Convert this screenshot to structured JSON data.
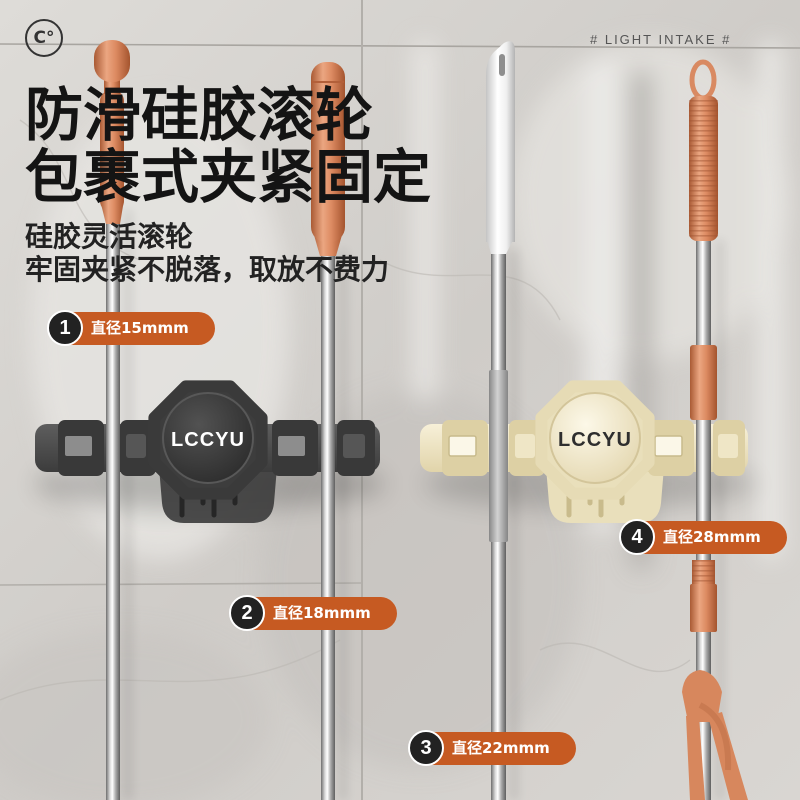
{
  "logo": {
    "text": "C°"
  },
  "tagline": "# LIGHT INTAKE #",
  "headline": {
    "line1": "防滑硅胶滚轮",
    "line2": "包裹式夹紧固定"
  },
  "subheadline": {
    "line1": "硅胶灵活滚轮",
    "line2": "牢固夹紧不脱落，取放不费力"
  },
  "products": [
    {
      "brand": "LCCYU"
    },
    {
      "brand": "LCCYU"
    }
  ],
  "diameter_labels": [
    {
      "number": "1",
      "text": "直径15mmm"
    },
    {
      "number": "2",
      "text": "直径18mmm"
    },
    {
      "number": "3",
      "text": "直径22mmm"
    },
    {
      "number": "4",
      "text": "直径28mmm"
    }
  ],
  "colors": {
    "accent": "#c65a22",
    "badge": "#222222",
    "holder_dark": "#3d3d3d",
    "holder_cream": "#e9dfbb",
    "headline": "#141414"
  }
}
